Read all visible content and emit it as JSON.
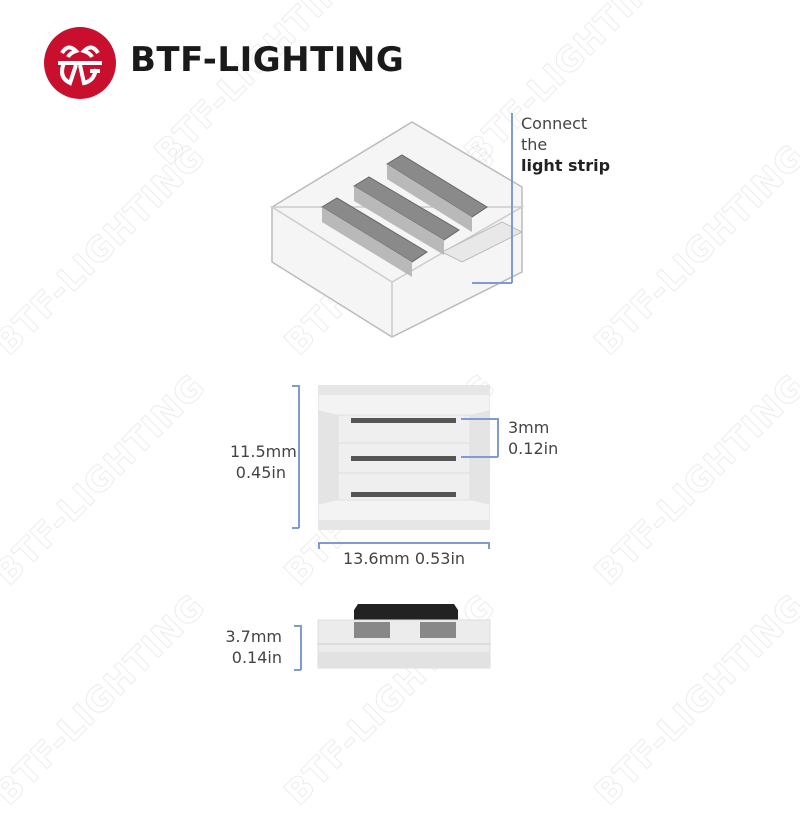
{
  "brand": {
    "name": "BTF-LIGHTING",
    "logo_color": "#c8102e",
    "watermark_text": "BTF-LIGHTING"
  },
  "isometric_view": {
    "callout_line1": "Connect",
    "callout_line2": "the",
    "callout_line3": "light strip"
  },
  "top_view": {
    "height_mm": "11.5mm",
    "height_in": "0.45in",
    "pitch_mm": "3mm",
    "pitch_in": "0.12in",
    "width_label": "13.6mm 0.53in"
  },
  "side_view": {
    "thickness_mm": "3.7mm",
    "thickness_in": "0.14in"
  },
  "colors": {
    "dimension_line": "#7f9bd1",
    "text": "#444444"
  }
}
